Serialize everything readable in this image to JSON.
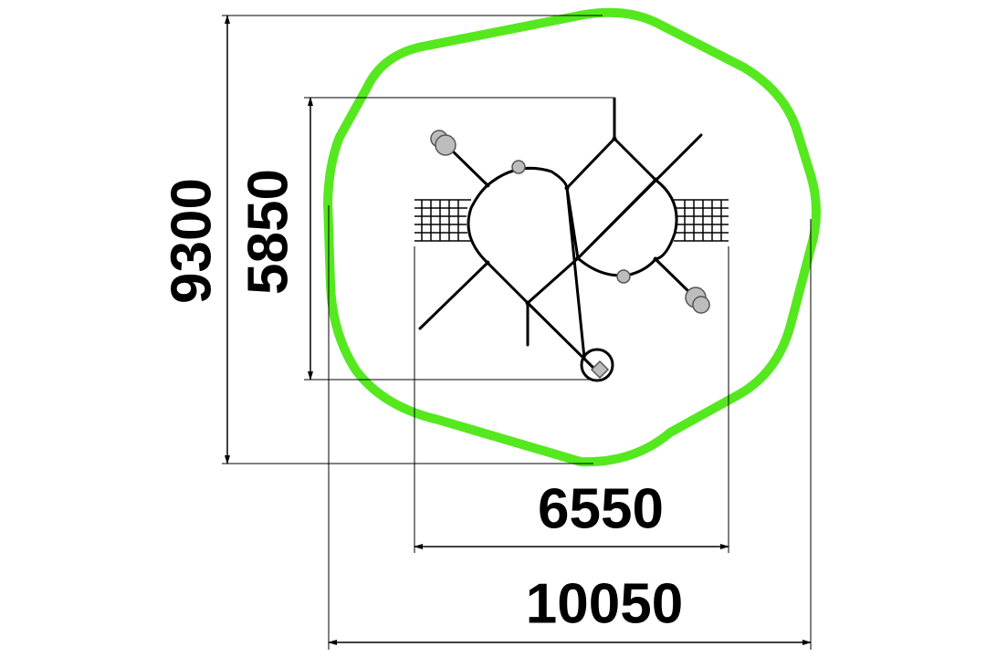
{
  "dimensions": {
    "total_height": "9300",
    "inner_height": "5850",
    "inner_width": "6550",
    "total_width": "10050"
  },
  "colors": {
    "safety_zone": "#55e81f",
    "structure": "#000000",
    "spinner_balls": "#bdbdbd"
  }
}
